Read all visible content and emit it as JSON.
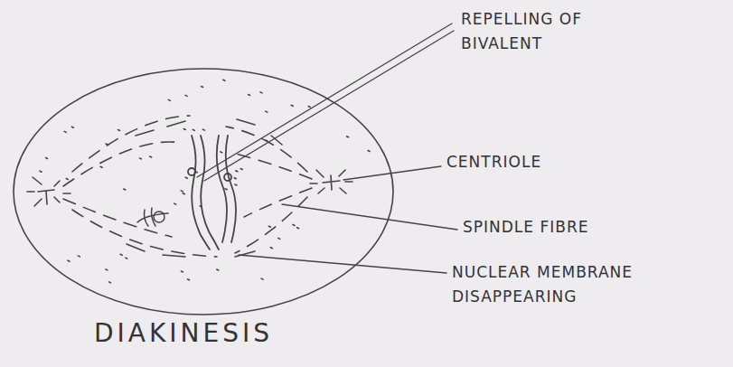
{
  "diagram": {
    "caption": "DIAKINESIS",
    "labels": [
      "REPELLING OF BIVALENT",
      "CENTRIOLE",
      "SPINDLE FIBRE",
      "NUCLEAR MEMBRANE DISAPPEARING"
    ]
  }
}
